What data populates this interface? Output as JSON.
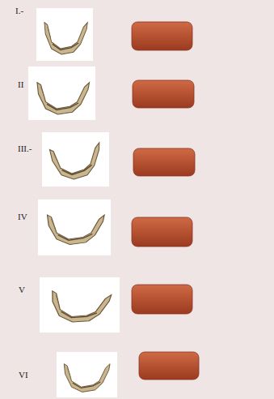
{
  "diagram": {
    "labels": [
      "I.-",
      "II",
      "III.-",
      "IV",
      "V",
      "VI"
    ]
  }
}
